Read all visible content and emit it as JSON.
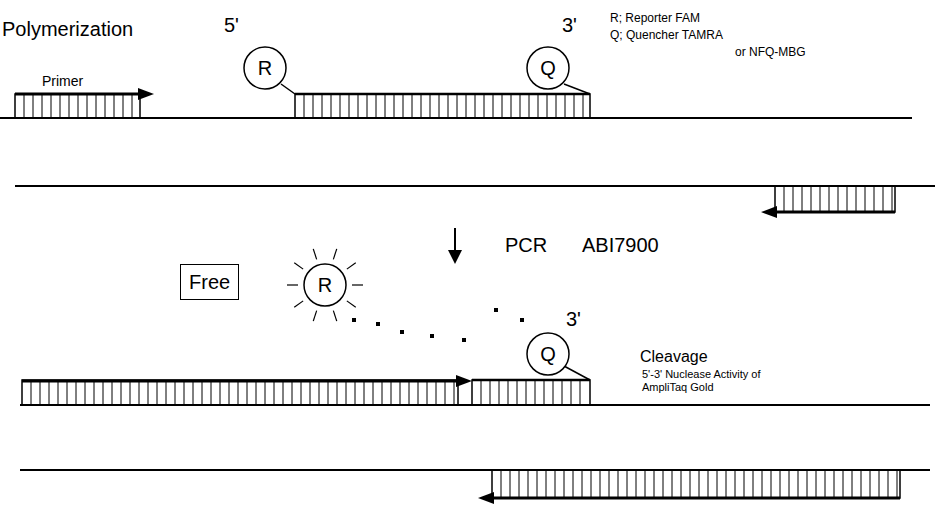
{
  "diagram": {
    "nodes": [
      {
        "text": [
          "R"
        ]
      },
      {
        "text": [
          "Q"
        ]
      },
      {
        "text": [
          "Free"
        ]
      },
      {
        "text": [
          "R"
        ]
      },
      {
        "text": [
          "Q"
        ]
      }
    ],
    "labels": [
      "Polymerization",
      "5'",
      "3'",
      "Primer",
      "R; Reporter FAM",
      "Q; Quencher TAMRA",
      "or NFQ-MBG",
      "PCR",
      "ABI7900",
      "3'",
      "Cleavage",
      "5'-3' Nuclease Activity of AmpliTaq Gold"
    ]
  }
}
